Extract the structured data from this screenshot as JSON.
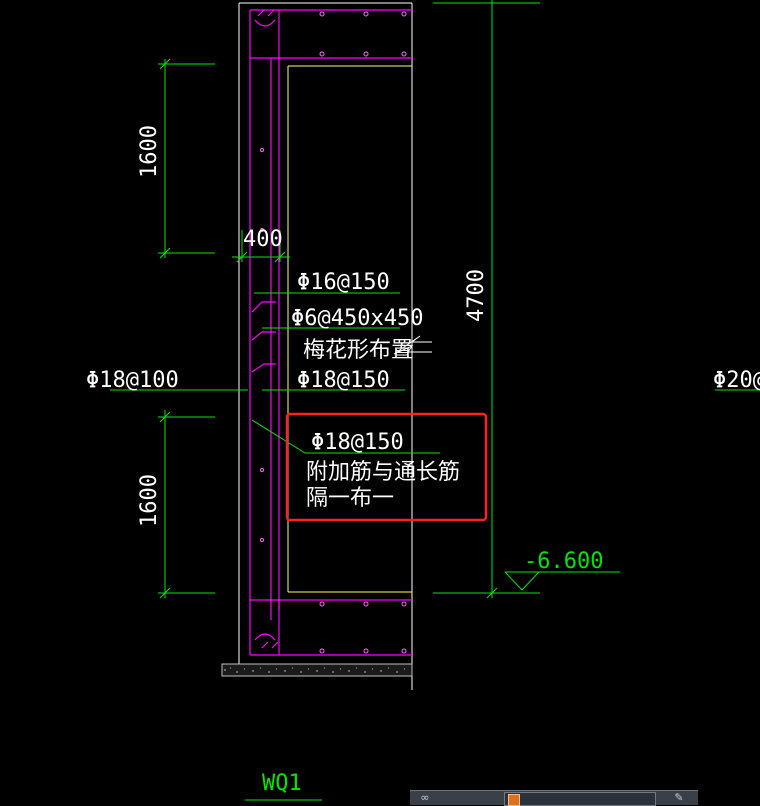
{
  "drawing": {
    "dim_top_1600": "1600",
    "dim_bottom_1600": "1600",
    "dim_400": "400",
    "dim_4700": "4700",
    "level_mark": "-6.600",
    "rebar_1": "Φ16@150",
    "rebar_2": "Φ6@450x450",
    "rebar_2_note": "梅花形布置",
    "rebar_3": "Φ18@150",
    "rebar_left": "Φ18@100",
    "rebar_right_cut": "Φ20@",
    "highlight_rebar": "Φ18@150",
    "highlight_note_1": "附加筋与通长筋",
    "highlight_note_2": "隔一布一",
    "section_title": "WQ1"
  },
  "colors": {
    "background": "#000000",
    "wall_outline": "#ffffff",
    "rebar_magenta": "#ff00ff",
    "dimension_green": "#00e600",
    "inner_yellow": "#ffff66",
    "highlight_red": "#ff2020"
  },
  "status_bar": {
    "left_icon": "link-icon",
    "right_icon": "pen-icon"
  }
}
